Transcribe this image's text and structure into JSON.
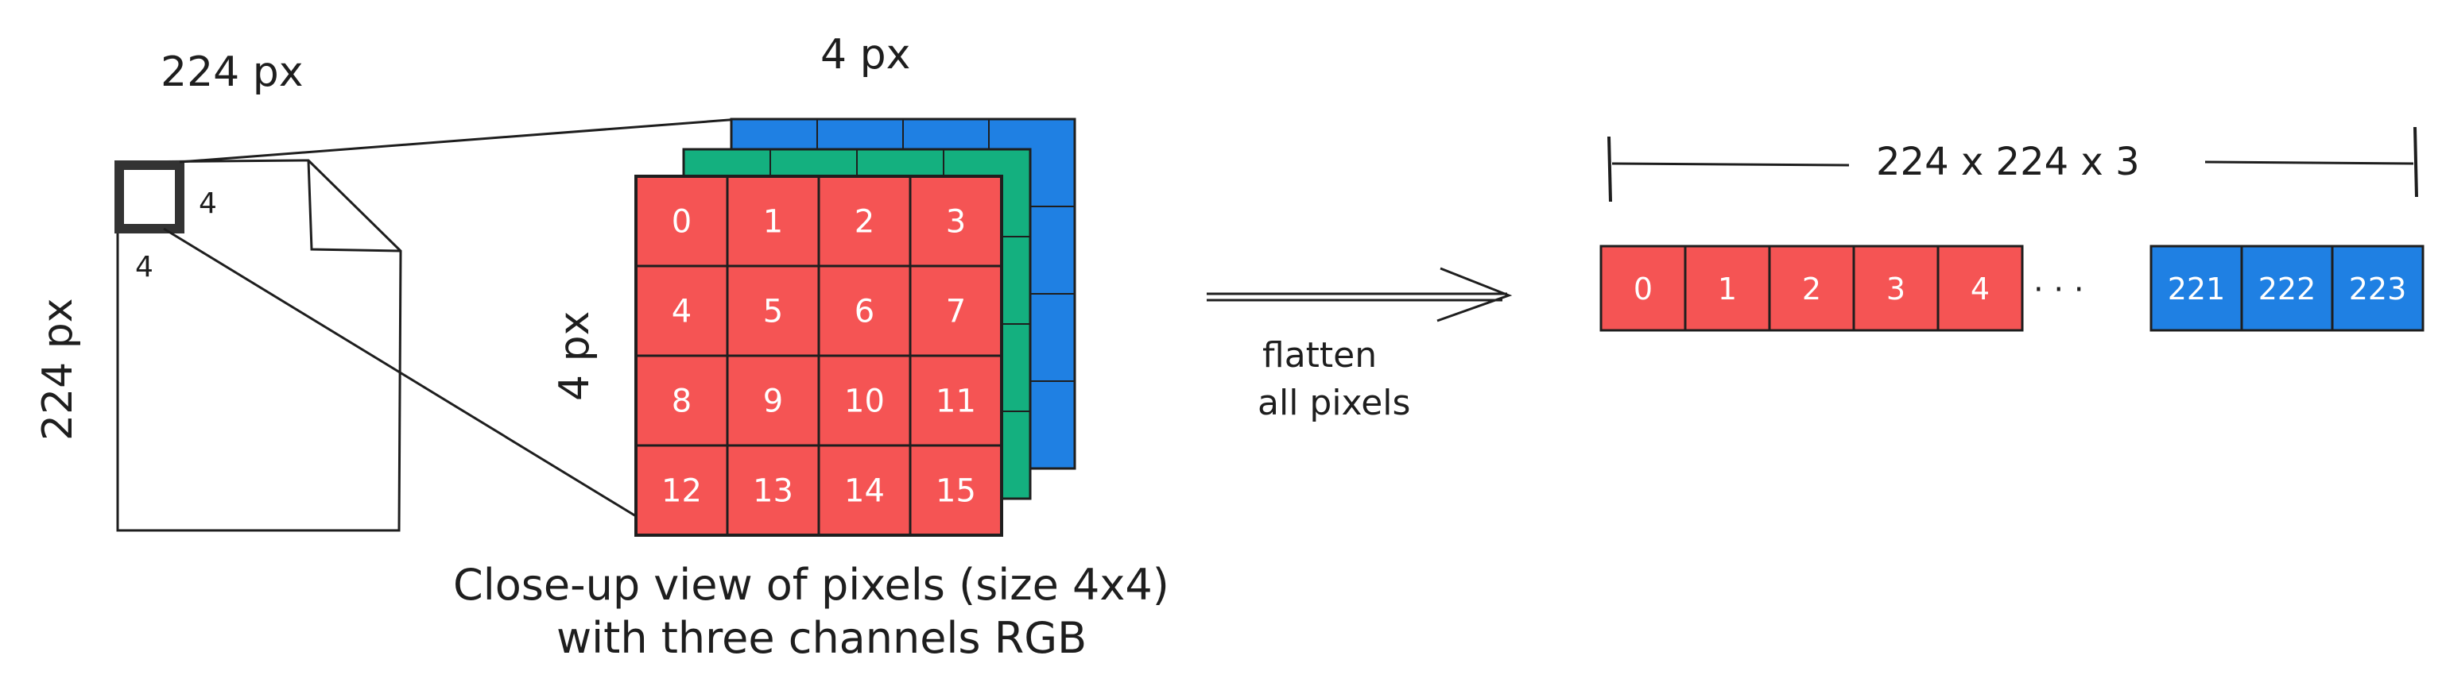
{
  "colors": {
    "red": "#f55454",
    "green": "#14b07f",
    "blue": "#1f80e3",
    "ink": "#1e1e1e",
    "background": "#ffffff"
  },
  "image": {
    "width_label": "224 px",
    "height_label": "224 px",
    "patch_width_label": "4",
    "patch_height_label": "4"
  },
  "closeup": {
    "width_label": "4 px",
    "height_label": "4 px",
    "red_cells": [
      "0",
      "1",
      "2",
      "3",
      "4",
      "5",
      "6",
      "7",
      "8",
      "9",
      "10",
      "11",
      "12",
      "13",
      "14",
      "15"
    ],
    "caption_line1": "Close-up view of pixels (size 4x4)",
    "caption_line2": "with three channels RGB"
  },
  "arrow": {
    "label_line1": "flatten",
    "label_line2": "all pixels"
  },
  "vector": {
    "length_label": "224 x 224 x 3",
    "red_cells": [
      "0",
      "1",
      "2",
      "3",
      "4"
    ],
    "ellipsis": "· · ·",
    "blue_cells": [
      "221",
      "222",
      "223"
    ]
  }
}
